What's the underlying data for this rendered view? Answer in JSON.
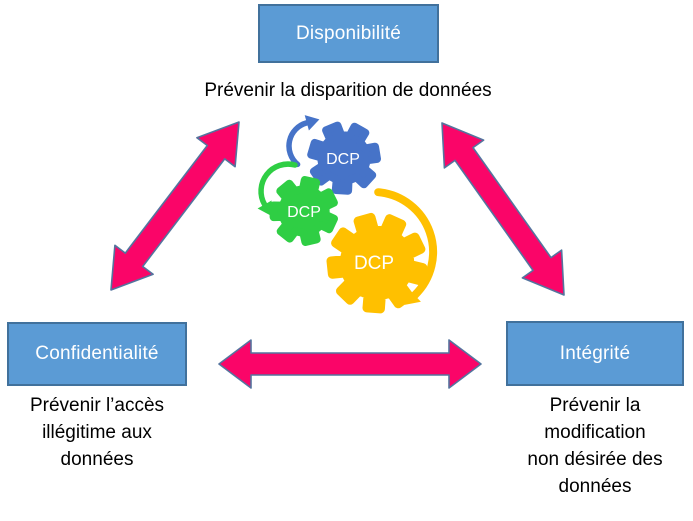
{
  "nodes": {
    "availability": {
      "label": "Disponibilité",
      "caption": "Prévenir la disparition de données"
    },
    "confidentiality": {
      "label": "Confidentialité",
      "caption_lines": [
        "Prévenir l’accès",
        "illégitime aux",
        "données"
      ]
    },
    "integrity": {
      "label": "Intégrité",
      "caption_lines": [
        "Prévenir la",
        "modification",
        "non désirée des",
        "données"
      ]
    }
  },
  "gears": [
    {
      "label": "DCP",
      "color": "#4673C8"
    },
    {
      "label": "DCP",
      "color": "#2FCE44"
    },
    {
      "label": "DCP",
      "color": "#FFC000"
    }
  ],
  "colors": {
    "box_fill": "#5B9BD5",
    "box_border": "#41719C",
    "box_text": "#FFFFFF",
    "arrow_fill": "#FA0568",
    "arrow_border": "#54749E",
    "caption_text": "#000000"
  }
}
